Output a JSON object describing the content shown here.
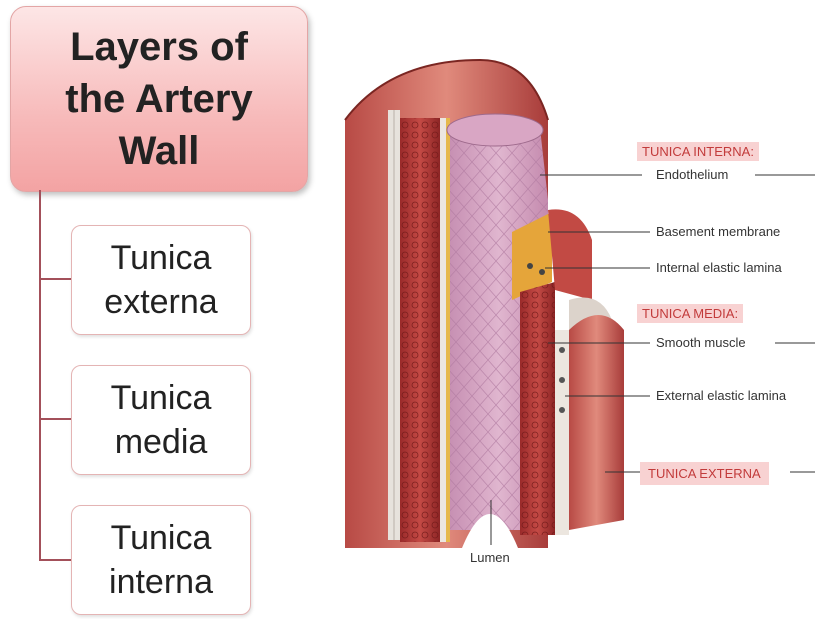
{
  "title": "Layers of\nthe Artery\nWall",
  "layers": [
    {
      "label": "Tunica\nexterna"
    },
    {
      "label": "Tunica\nmedia"
    },
    {
      "label": "Tunica\ninterna"
    }
  ],
  "diagram": {
    "tunica_interna_header": "TUNICA INTERNA:",
    "endothelium": "Endothelium",
    "basement_membrane": "Basement membrane",
    "internal_elastic_lamina": "Internal elastic lamina",
    "tunica_media_header": "TUNICA MEDIA:",
    "smooth_muscle": "Smooth muscle",
    "external_elastic_lamina": "External elastic lamina",
    "tunica_externa_header": "TUNICA EXTERNA",
    "lumen": "Lumen"
  },
  "colors": {
    "title_fill": "#f7baba",
    "connector": "#a3505a",
    "header_text": "#c23b3b",
    "header_fill": "#f8d2d2"
  }
}
